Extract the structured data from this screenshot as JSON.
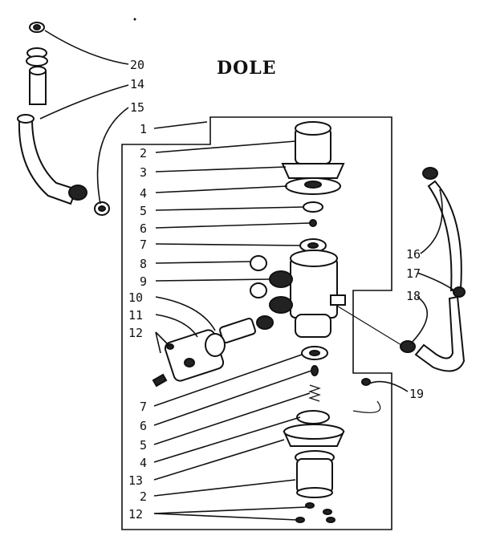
{
  "title": "DOLE",
  "callouts": {
    "c20": "20",
    "c14": "14",
    "c15": "15",
    "c1": "1",
    "c2a": "2",
    "c3": "3",
    "c4a": "4",
    "c5a": "5",
    "c6a": "6",
    "c7a": "7",
    "c8": "8",
    "c9": "9",
    "c10": "10",
    "c11": "11",
    "c12a": "12",
    "c7b": "7",
    "c6b": "6",
    "c5b": "5",
    "c4b": "4",
    "c13": "13",
    "c2b": "2",
    "c12b": "12",
    "c16": "16",
    "c17": "17",
    "c18": "18",
    "c19": "19"
  }
}
